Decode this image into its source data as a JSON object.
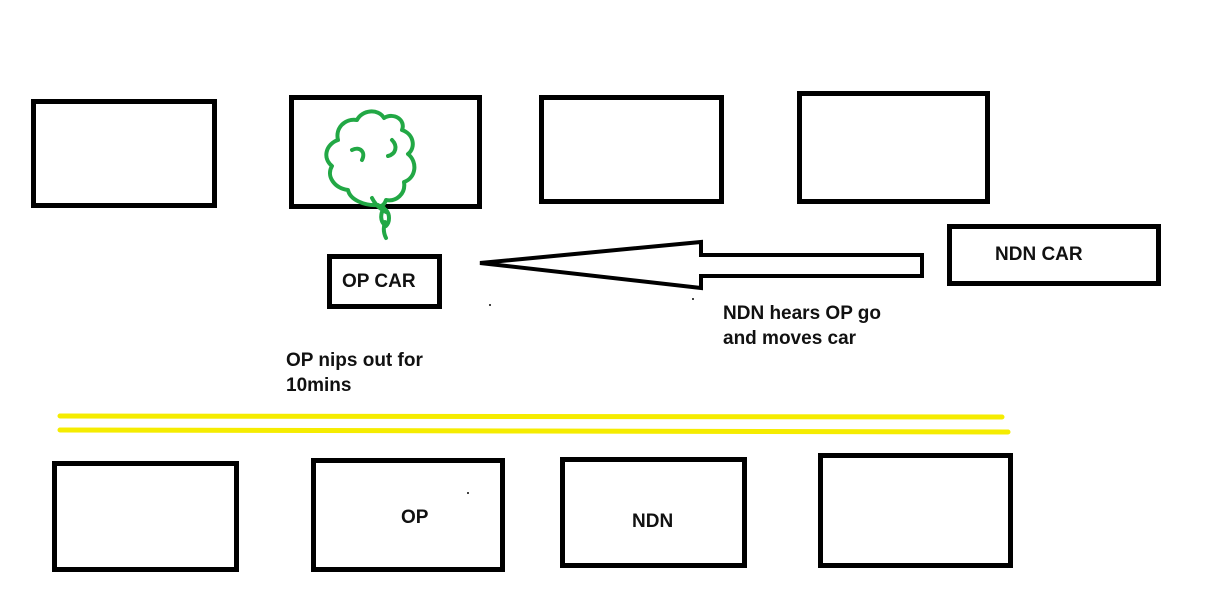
{
  "labels": {
    "op_car": "OP CAR",
    "ndn_car": "NDN CAR",
    "op_space": "OP",
    "ndn_space": "NDN"
  },
  "notes": {
    "ndn_action_line1": "NDN hears OP go",
    "ndn_action_line2": "and moves car",
    "op_action_line1": "OP nips out for",
    "op_action_line2": "10mins"
  },
  "colors": {
    "outline": "#000000",
    "tree": "#22a845",
    "road_lines": "#f5ec00"
  }
}
